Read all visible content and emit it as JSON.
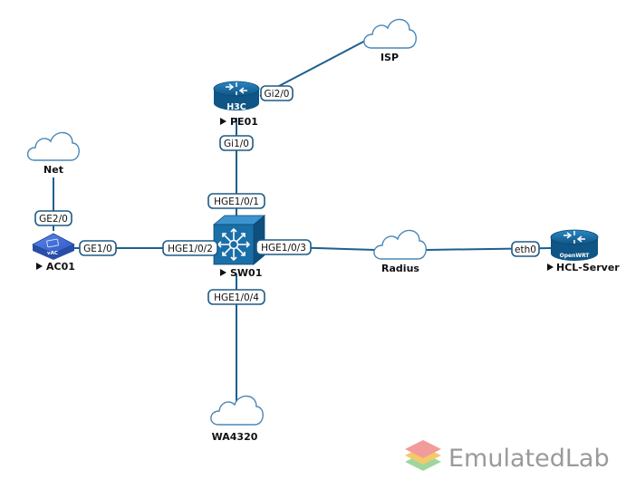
{
  "nodes": {
    "isp": {
      "label": "ISP"
    },
    "pe01": {
      "label": "PE01",
      "device_text": "H3C"
    },
    "net": {
      "label": "Net"
    },
    "ac01": {
      "label": "AC01",
      "device_text": "vAC"
    },
    "sw01": {
      "label": "SW01"
    },
    "radius": {
      "label": "Radius"
    },
    "hcl_server": {
      "label": "HCL-Server",
      "device_text": "OpenWRT"
    },
    "wa4320": {
      "label": "WA4320"
    }
  },
  "ports": {
    "pe01_gi2_0": "Gi2/0",
    "pe01_gi1_0": "Gi1/0",
    "sw01_hge1_0_1": "HGE1/0/1",
    "ac01_ge2_0": "GE2/0",
    "ac01_ge1_0": "GE1/0",
    "sw01_hge1_0_2": "HGE1/0/2",
    "sw01_hge1_0_3": "HGE1/0/3",
    "hcl_eth0": "eth0",
    "sw01_hge1_0_4": "HGE1/0/4"
  },
  "brand": {
    "name": "EmulatedLab"
  },
  "colors": {
    "link": "#1d5f8c",
    "device_blue": "#1a6fa8",
    "cloud_stroke": "#4a87b7",
    "logo_red": "#f08a8a",
    "logo_yellow": "#f2c14e",
    "logo_green": "#8fd08f"
  }
}
